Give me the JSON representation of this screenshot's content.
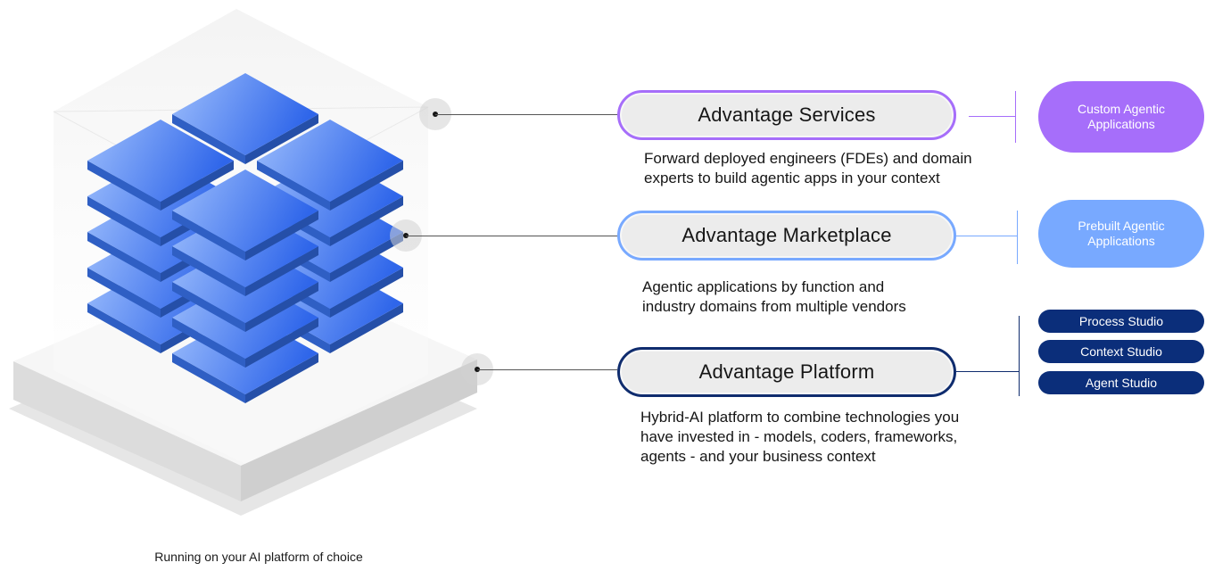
{
  "caption": "Running on your AI platform of choice",
  "layers": [
    {
      "title": "Advantage Services",
      "description": "Forward deployed engineers (FDEs) and domain\nexperts to build agentic apps in your context",
      "color": "#a66efa",
      "badge": "Custom Agentic\nApplications",
      "badge_color": "#a66efa"
    },
    {
      "title": "Advantage Marketplace",
      "description": "Agentic applications by function and\nindustry domains from multiple vendors",
      "color": "#78a9ff",
      "badge": "Prebuilt Agentic\nApplications",
      "badge_color": "#78a9ff"
    },
    {
      "title": "Advantage Platform",
      "description": "Hybrid-AI platform to combine technologies you\nhave invested in - models, coders, frameworks,\nagents - and your business context",
      "color": "#0f2c6e",
      "studios": [
        "Process Studio",
        "Context Studio",
        "Agent Studio"
      ],
      "studio_color": "#0b2e7a"
    }
  ],
  "stack_colors": {
    "tile_top_light": "#8fb4fb",
    "tile_top_dark": "#3b72ee",
    "tile_side": "#2f5fc4"
  }
}
